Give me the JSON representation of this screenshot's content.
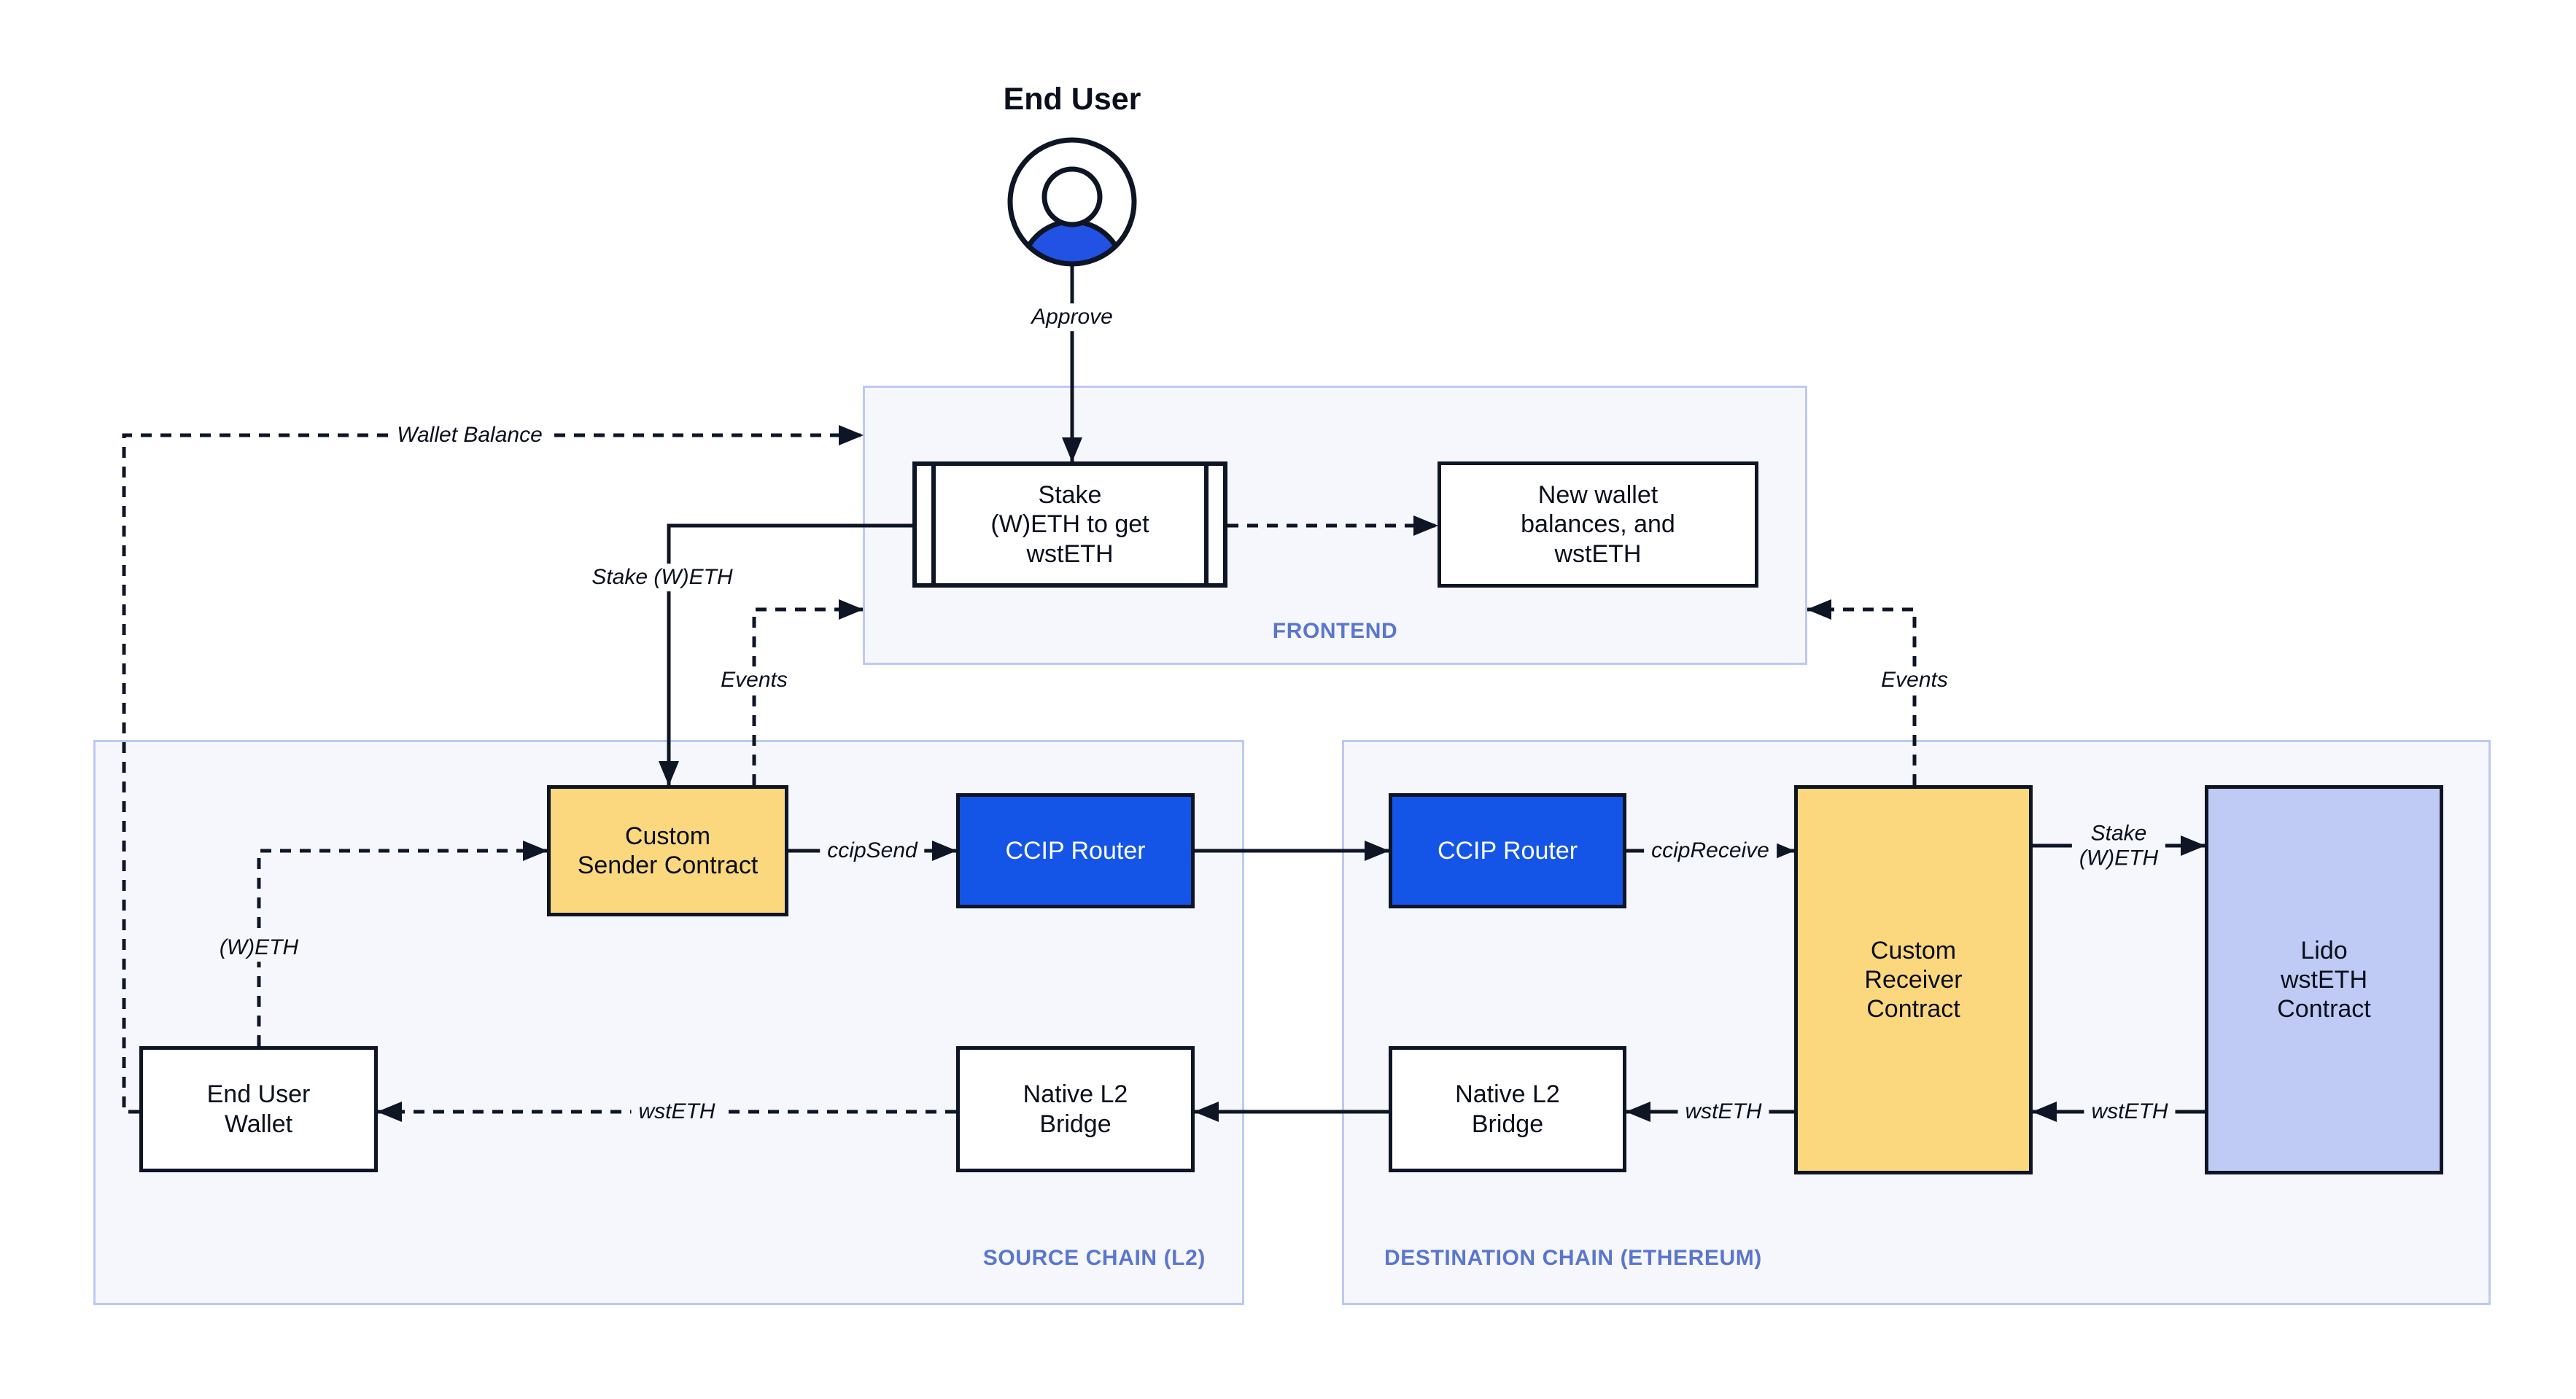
{
  "actor": {
    "title": "End User"
  },
  "frontend": {
    "label": "FRONTEND",
    "stake_box": "Stake\n(W)ETH to get\nwstETH",
    "new_wallet_box": "New wallet\nbalances, and\nwstETH"
  },
  "source_chain": {
    "label": "SOURCE CHAIN (L2)",
    "sender_contract": "Custom\nSender Contract",
    "ccip_router": "CCIP Router",
    "end_user_wallet": "End User\nWallet",
    "native_bridge": "Native L2\nBridge"
  },
  "dest_chain": {
    "label": "DESTINATION CHAIN (ETHEREUM)",
    "ccip_router": "CCIP Router",
    "receiver_contract": "Custom\nReceiver\nContract",
    "lido_contract": "Lido\nwstETH\nContract",
    "native_bridge": "Native L2\nBridge"
  },
  "edges": {
    "approve": "Approve",
    "wallet_balance": "Wallet Balance",
    "stake_weth": "Stake (W)ETH",
    "events_left": "Events",
    "events_right": "Events",
    "ccip_send": "ccipSend",
    "ccip_receive": "ccipReceive",
    "weth": "(W)ETH",
    "wsteth_bridge_to_wallet": "wstETH",
    "wsteth_receiver_to_bridge": "wstETH",
    "wsteth_lido_to_receiver": "wstETH",
    "stake_weth_right": "Stake\n(W)ETH"
  },
  "icons": {
    "end_user_avatar": "person-in-circle"
  },
  "colors": {
    "router_blue": "#1455E8",
    "contract_yellow": "#FBD77E",
    "lido_periwinkle": "#BFCBF4",
    "panel_bg": "#F5F7FC",
    "panel_border": "#BDC9F1",
    "section_label_blue": "#5B76CD",
    "line_dark": "#0E1525",
    "avatar_blue": "#2152E3"
  }
}
